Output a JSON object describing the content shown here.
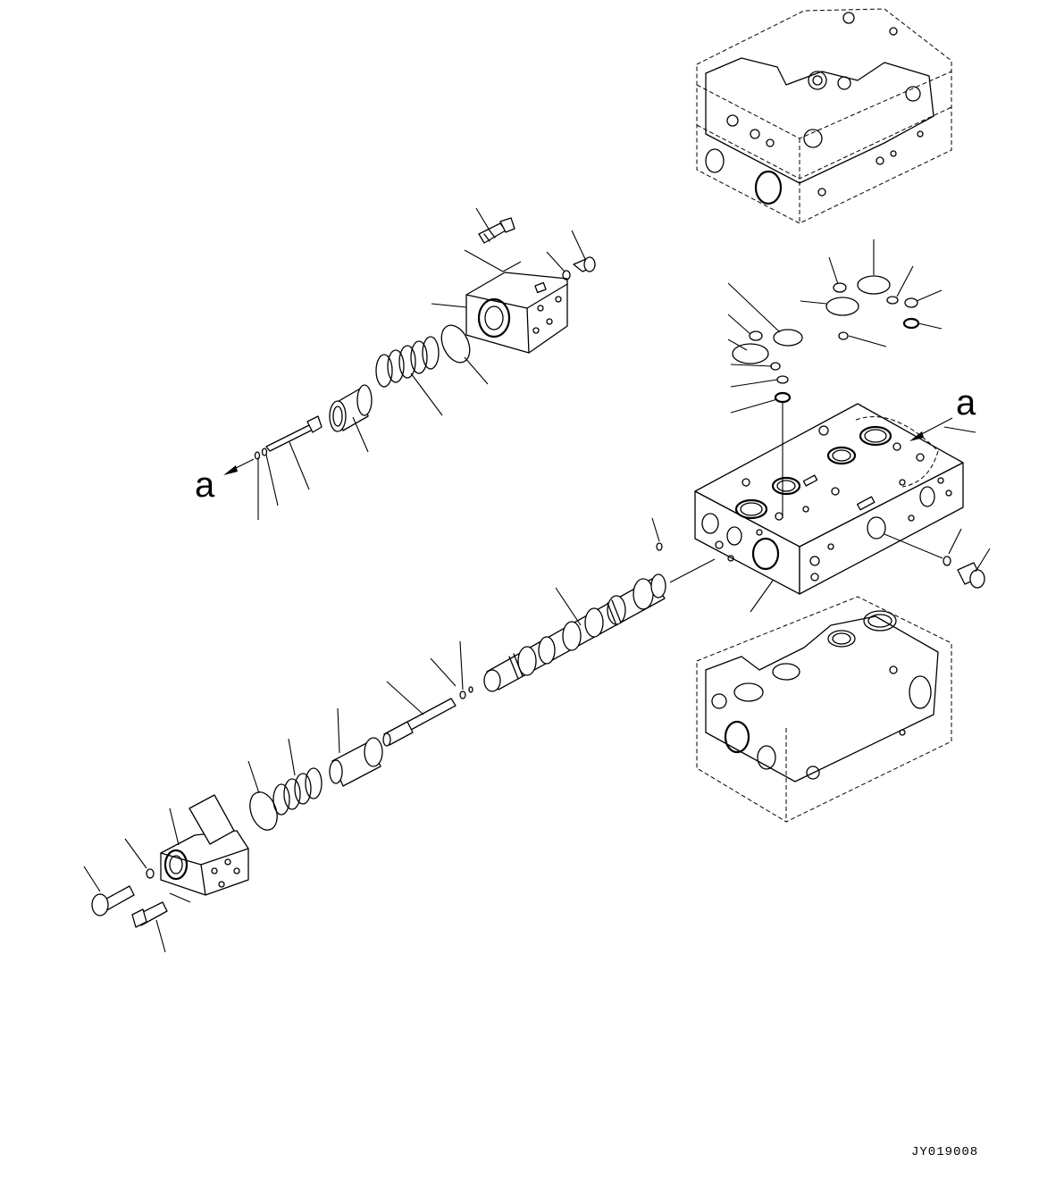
{
  "drawing": {
    "reference_marker_upper": "a",
    "reference_marker_right": "a",
    "drawing_code": "JY019008"
  }
}
